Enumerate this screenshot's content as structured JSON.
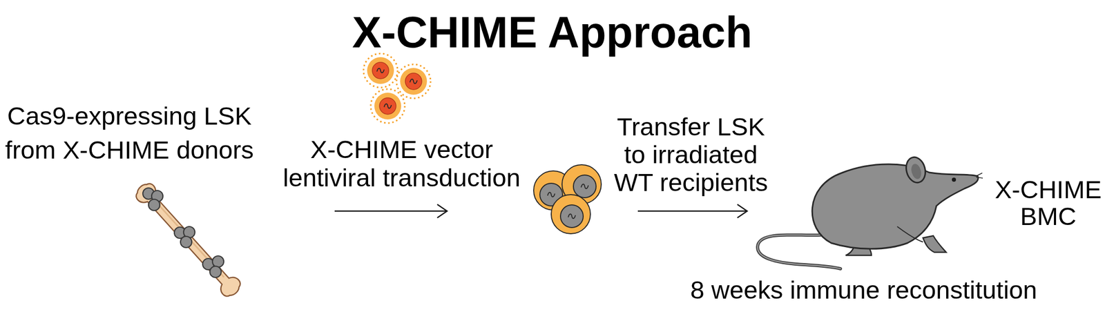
{
  "diagram": {
    "title": "X-CHIME Approach",
    "labels": [
      "Cas9-expressing LSK from X-CHIME donors",
      "X-CHIME vector lentiviral transduction",
      "Transfer LSK to irradiated WT recipients",
      "X-CHIME BMC",
      "8 weeks immune reconstitution"
    ]
  }
}
